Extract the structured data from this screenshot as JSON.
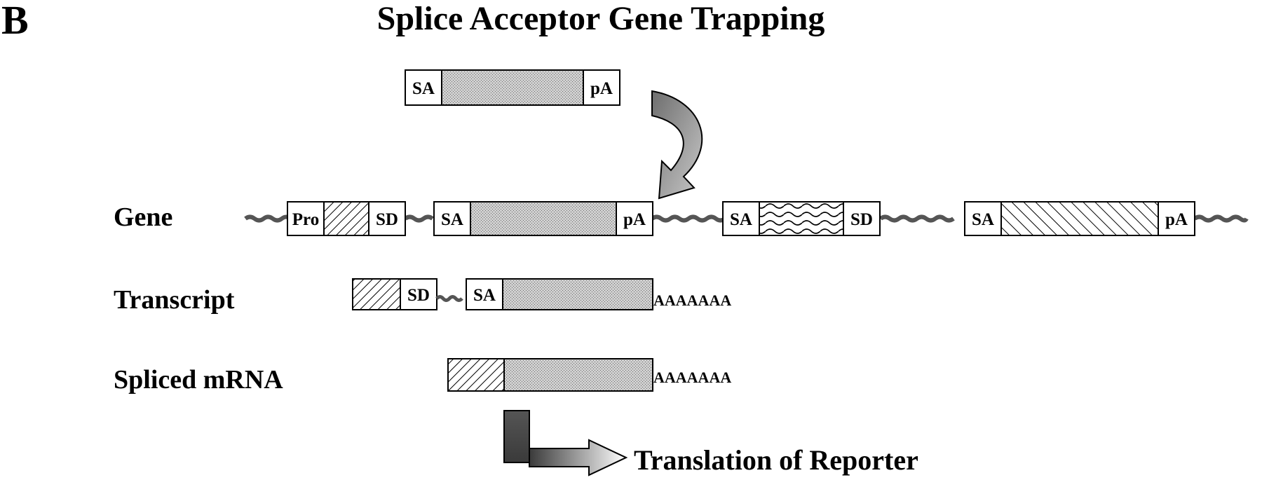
{
  "panel_letter": "B",
  "title": "Splice Acceptor Gene Trapping",
  "vector": {
    "sa": "SA",
    "pa": "pA"
  },
  "gene": {
    "label": "Gene",
    "exon1": {
      "pro": "Pro",
      "sd": "SD"
    },
    "trap": {
      "sa": "SA",
      "pa": "pA"
    },
    "exon2": {
      "sa": "SA",
      "sd": "SD"
    },
    "exon3": {
      "sa": "SA",
      "pa": "pA"
    }
  },
  "transcript": {
    "label": "Transcript",
    "sd": "SD",
    "sa": "SA",
    "polya": "AAAAAAA"
  },
  "spliced": {
    "label": "Spliced mRNA",
    "polya": "AAAAAAA"
  },
  "translation_label": "Translation of Reporter",
  "colors": {
    "reporter_fill": "#b8b8b8",
    "arrow_dark": "#555555",
    "line": "#000000"
  }
}
